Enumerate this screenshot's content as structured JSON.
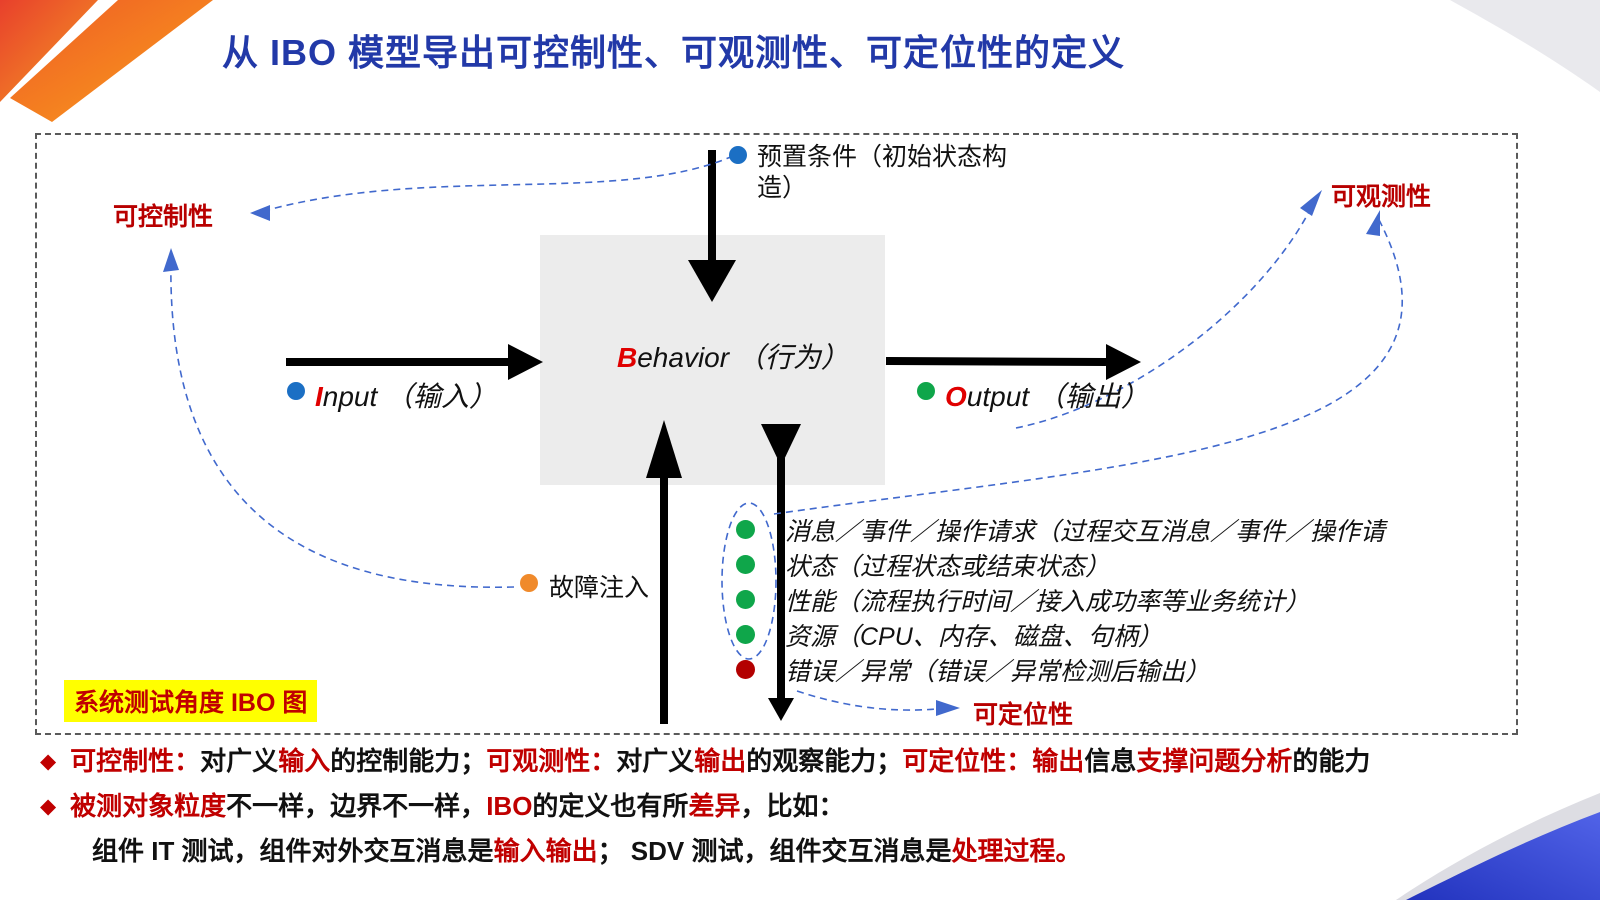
{
  "title": "从 IBO 模型导出可控制性、可观测性、可定位性的定义",
  "colors": {
    "title_blue": "#2239A8",
    "red": "#C00000",
    "bright_red": "#E00000",
    "highlight_yellow": "#FFFF00",
    "dot_blue": "#1B6FC4",
    "dot_green": "#0FA64A",
    "dot_orange": "#F08A2B",
    "dot_red": "#B30000",
    "arrow_black": "#000000",
    "dashed_blue": "#4169CD",
    "box_gray": "#ECECEC"
  },
  "diagram": {
    "controllability": "可控制性",
    "observability": "可观测性",
    "locatability": "可定位性",
    "precondition": "预置条件（初始状态构造）",
    "behavior": {
      "letter": "B",
      "rest": "ehavior （行为）"
    },
    "input": {
      "letter": "I",
      "rest": "nput （输入）"
    },
    "output": {
      "letter": "O",
      "rest": "utput （输出）"
    },
    "fault_injection": "故障注入",
    "outputs": [
      {
        "dot": "green",
        "text": "消息／事件／操作请求（过程交互消息／事件／操作请"
      },
      {
        "dot": "green",
        "text": "状态（过程状态或结束状态）"
      },
      {
        "dot": "green",
        "text": "性能（流程执行时间／接入成功率等业务统计）"
      },
      {
        "dot": "green",
        "text": "资源（CPU、内存、磁盘、句柄）"
      },
      {
        "dot": "red",
        "text": "错误／异常（错误／异常检测后输出）"
      }
    ],
    "caption": "系统测试角度 IBO 图"
  },
  "bullets": [
    {
      "diamond": true,
      "indent": false,
      "segments": [
        {
          "text": "可控制性： ",
          "color": "red"
        },
        {
          "text": "对广义",
          "color": "black"
        },
        {
          "text": "输入",
          "color": "red"
        },
        {
          "text": "的控制能力； ",
          "color": "black"
        },
        {
          "text": "可观测性： ",
          "color": "red"
        },
        {
          "text": "对广义",
          "color": "black"
        },
        {
          "text": "输出",
          "color": "red"
        },
        {
          "text": "的观察能力； ",
          "color": "black"
        },
        {
          "text": "可定位性： ",
          "color": "red"
        },
        {
          "text": "输出",
          "color": "red"
        },
        {
          "text": "信息",
          "color": "black"
        },
        {
          "text": "支撑问题分析",
          "color": "red"
        },
        {
          "text": "的能力",
          "color": "black"
        }
      ]
    },
    {
      "diamond": true,
      "indent": false,
      "segments": [
        {
          "text": "被测对象粒度",
          "color": "red"
        },
        {
          "text": "不一样，边界不一样， ",
          "color": "black"
        },
        {
          "text": "IBO ",
          "color": "red"
        },
        {
          "text": "的定义也有所",
          "color": "black"
        },
        {
          "text": "差异",
          "color": "red"
        },
        {
          "text": "，比如：",
          "color": "black"
        }
      ]
    },
    {
      "diamond": false,
      "indent": true,
      "segments": [
        {
          "text": "组件 IT 测试，组件对外交互消息是",
          "color": "black"
        },
        {
          "text": "输入输出",
          "color": "red"
        },
        {
          "text": "； SDV 测试，组件交互消息是",
          "color": "black"
        },
        {
          "text": "处理过程。",
          "color": "red"
        }
      ]
    }
  ]
}
